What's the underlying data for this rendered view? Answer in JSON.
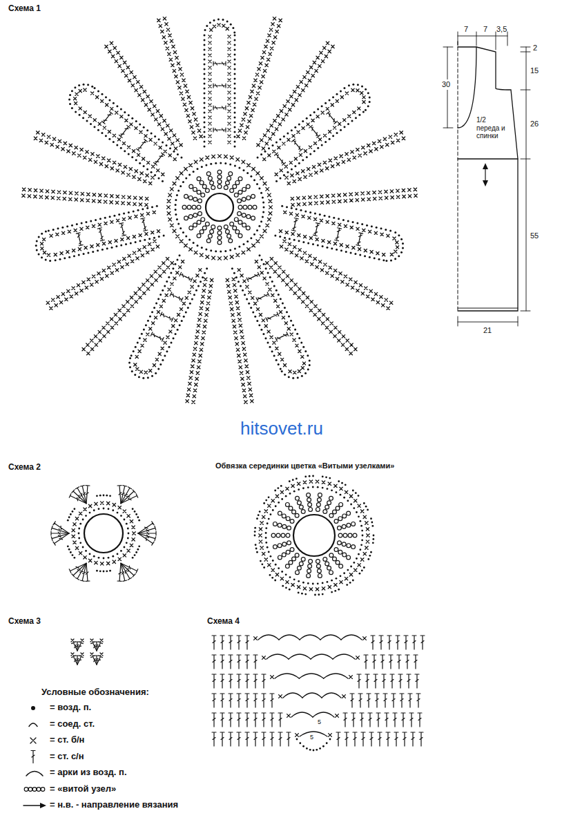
{
  "diagram": {
    "labels": [
      "Схема 1",
      "7",
      "7",
      "3,5",
      "2",
      "30",
      "1/2 переда и спинки",
      "15",
      "26",
      "55",
      "21",
      "hitsovet.ru",
      "Схема 2",
      "Обвязка серединки цветка «Витыми узелками»",
      "Схема 3",
      "Схема 4",
      "5",
      "5",
      "Условные обозначения:"
    ],
    "legend": [
      {
        "text": "= возд. п."
      },
      {
        "text": "= соед. ст."
      },
      {
        "text": "= ст. б/н"
      },
      {
        "text": "= ст. с/н"
      },
      {
        "text": "= арки из возд. п."
      },
      {
        "text": "= «витой узел»"
      },
      {
        "text": "= н.в. - направление вязания"
      }
    ]
  }
}
